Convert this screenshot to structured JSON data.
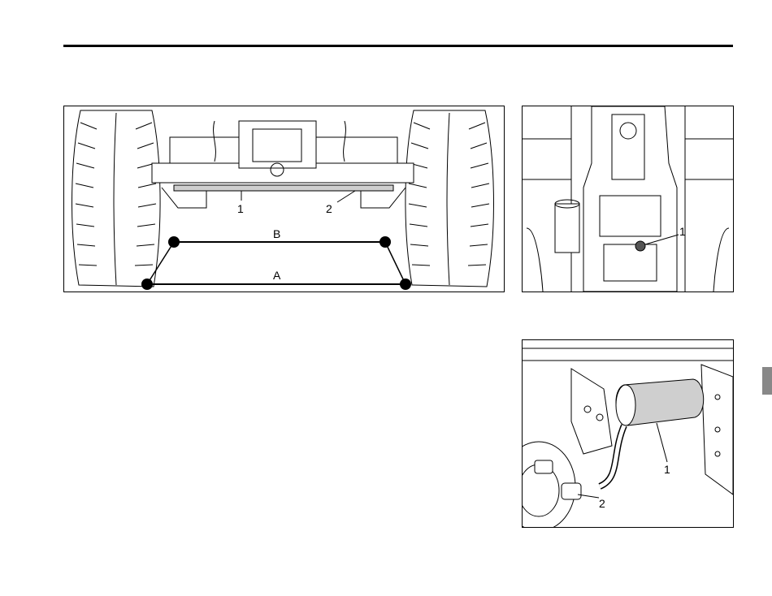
{
  "figure_toe_in": {
    "callouts": [
      "1",
      "2"
    ],
    "dimensions": [
      "A",
      "B"
    ]
  },
  "figure_underside": {
    "callouts": [
      "1"
    ]
  },
  "figure_filter": {
    "callouts": [
      "1",
      "2"
    ]
  },
  "colors": {
    "ink": "#000000",
    "section_tab": "#888888"
  }
}
